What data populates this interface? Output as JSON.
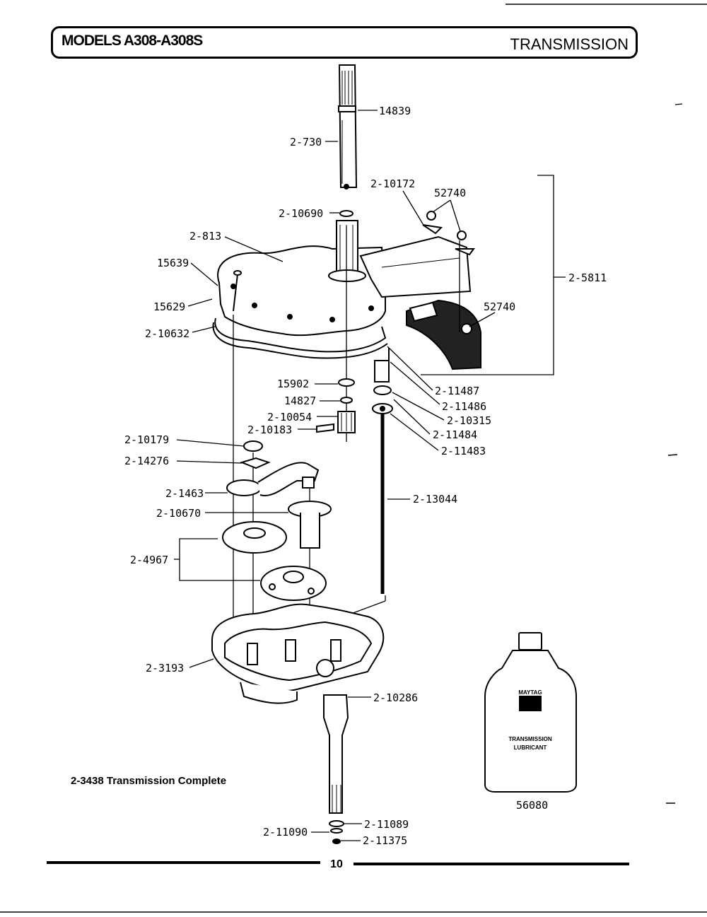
{
  "header": {
    "models": "MODELS A308-A308S",
    "section": "TRANSMISSION"
  },
  "caption": "2-3438  Transmission Complete",
  "page_number": "10",
  "bottle_text": [
    "MAYTAG",
    "TRANSMISSION",
    "LUBRICANT"
  ],
  "parts": [
    {
      "id": "p14839",
      "label": "14839"
    },
    {
      "id": "p2730",
      "label": "2-730"
    },
    {
      "id": "p210172",
      "label": "2-10172"
    },
    {
      "id": "p52740a",
      "label": "52740"
    },
    {
      "id": "p210690",
      "label": "2-10690"
    },
    {
      "id": "p2813",
      "label": "2-813"
    },
    {
      "id": "p15639",
      "label": "15639"
    },
    {
      "id": "p25811",
      "label": "2-5811"
    },
    {
      "id": "p15629",
      "label": "15629"
    },
    {
      "id": "p52740b",
      "label": "52740"
    },
    {
      "id": "p210632",
      "label": "2-10632"
    },
    {
      "id": "p15902",
      "label": "15902"
    },
    {
      "id": "p211487",
      "label": "2-11487"
    },
    {
      "id": "p14827",
      "label": "14827"
    },
    {
      "id": "p211486",
      "label": "2-11486"
    },
    {
      "id": "p210054",
      "label": "2-10054"
    },
    {
      "id": "p210315",
      "label": "2-10315"
    },
    {
      "id": "p210183",
      "label": "2-10183"
    },
    {
      "id": "p211484",
      "label": "2-11484"
    },
    {
      "id": "p210179",
      "label": "2-10179"
    },
    {
      "id": "p211483",
      "label": "2-11483"
    },
    {
      "id": "p214276",
      "label": "2-14276"
    },
    {
      "id": "p21463",
      "label": "2-1463"
    },
    {
      "id": "p213044",
      "label": "2-13044"
    },
    {
      "id": "p210670",
      "label": "2-10670"
    },
    {
      "id": "p24967",
      "label": "2-4967"
    },
    {
      "id": "p23193",
      "label": "2-3193"
    },
    {
      "id": "p210286",
      "label": "2-10286"
    },
    {
      "id": "p56080",
      "label": "56080"
    },
    {
      "id": "p211089",
      "label": "2-11089"
    },
    {
      "id": "p211090",
      "label": "2-11090"
    },
    {
      "id": "p211375",
      "label": "2-11375"
    }
  ]
}
